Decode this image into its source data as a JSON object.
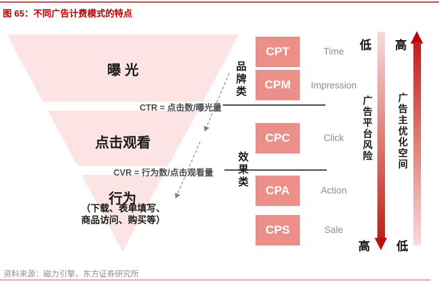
{
  "title": "图 65：不同广告计费模式的特点",
  "funnel": {
    "stages": [
      {
        "label": "曝 光"
      },
      {
        "label": "点击观看"
      },
      {
        "label": "行为",
        "sub1": "（下载、表单填写、",
        "sub2": "商品访问、购买等）"
      }
    ],
    "formulas": {
      "ctr": "CTR = 点击数/曝光量",
      "cvr": "CVR = 行为数/点击观看量"
    }
  },
  "categories": {
    "brand": "品牌类",
    "effect": "效果类"
  },
  "pricing_models": [
    {
      "code": "CPT",
      "basis": "Time"
    },
    {
      "code": "CPM",
      "basis": "Impression"
    },
    {
      "code": "CPC",
      "basis": "Click"
    },
    {
      "code": "CPA",
      "basis": "Action"
    },
    {
      "code": "CPS",
      "basis": "Sale"
    }
  ],
  "indicators": {
    "platform_risk": {
      "top": "低",
      "label": "广告平台风险",
      "bottom": "高"
    },
    "advertiser_optimization": {
      "top": "高",
      "label": "广告主优化空间",
      "bottom": "低"
    }
  },
  "footer": {
    "source": "资料来源：磁力引擎，东方证券研究所"
  },
  "colors": {
    "accent_red": "#c00000",
    "box_pink": "#ec8f88",
    "funnel_pink": "#fce4e4",
    "label_gray": "#8c8c8c",
    "gradient_dark_red": "#c21f14",
    "gradient_light_pink": "#f8dada"
  }
}
